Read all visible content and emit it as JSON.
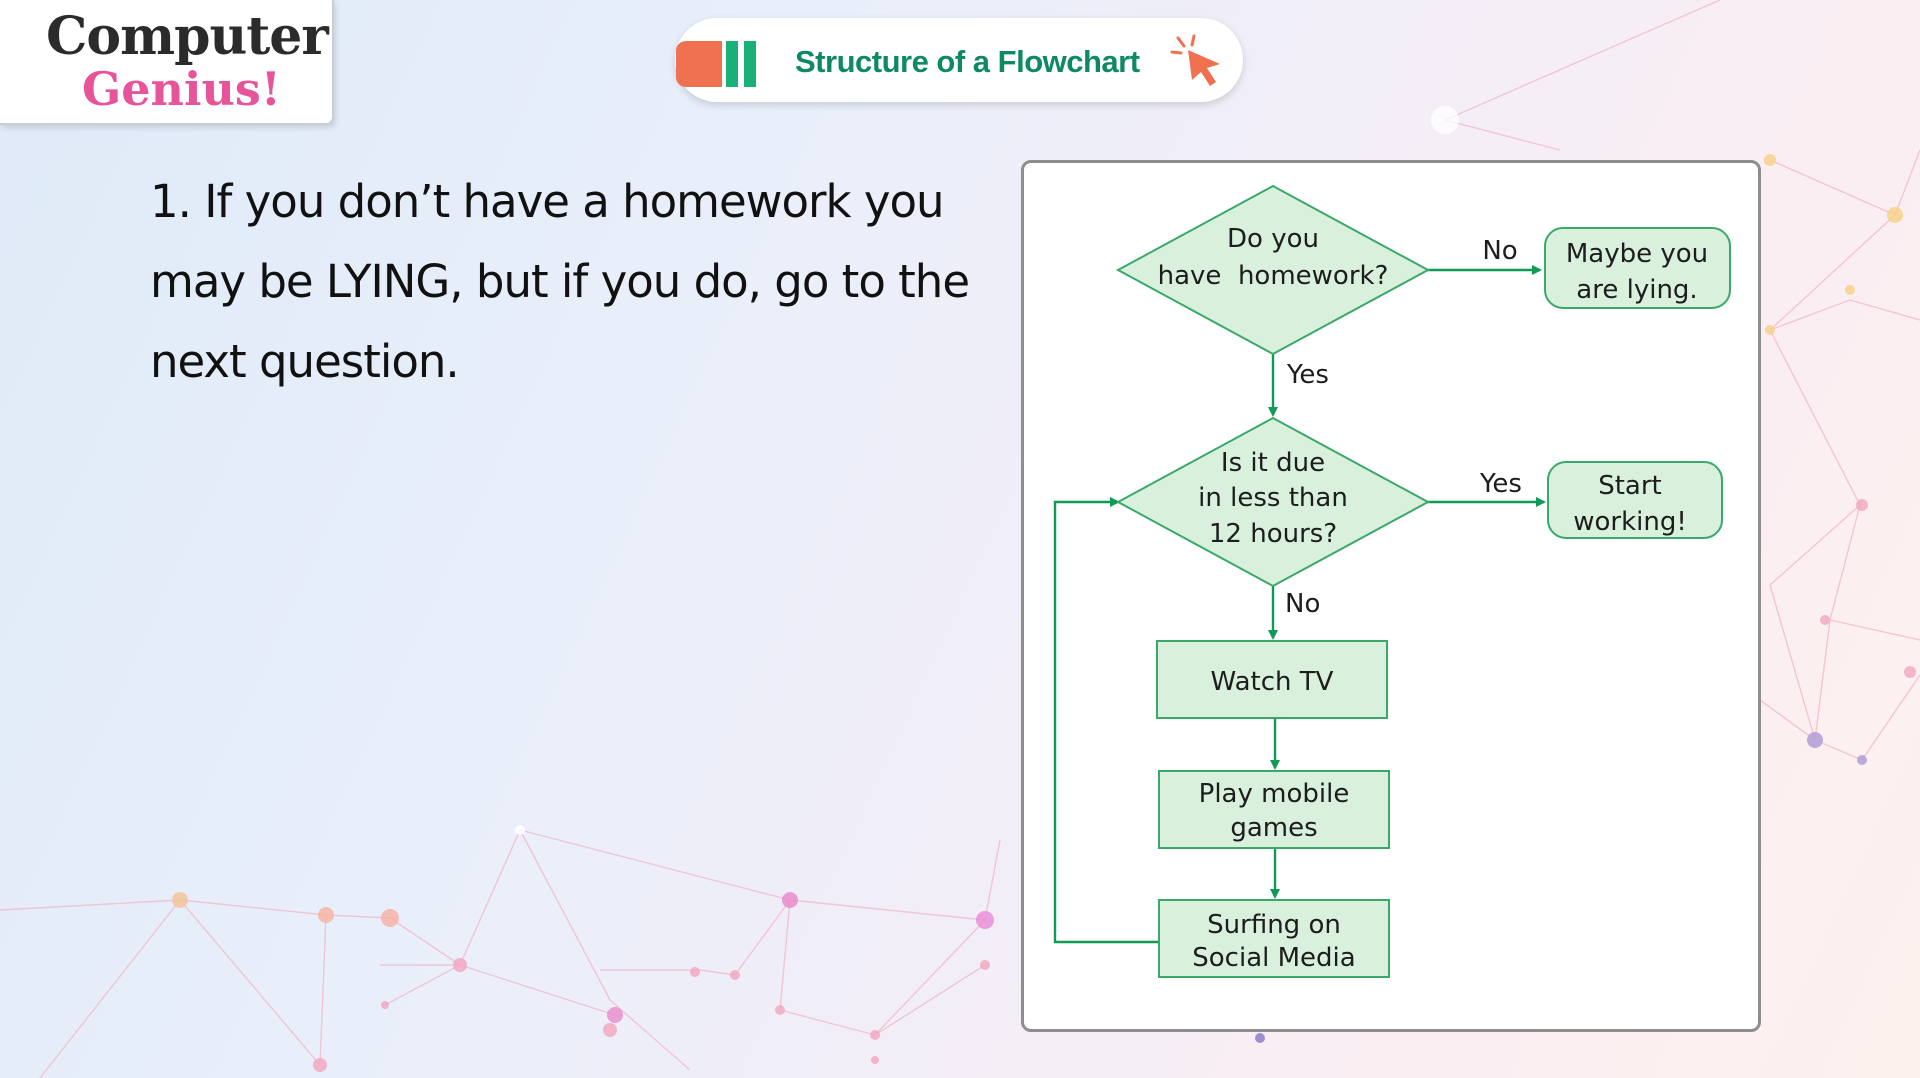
{
  "logo": {
    "line1": "Computer",
    "line2": "Genius!"
  },
  "header": {
    "title": "Structure of a Flowchart"
  },
  "instruction": {
    "text": "1. If you don’t have a homework you may be LYING, but if you do, go to the next question."
  },
  "flowchart": {
    "q1": {
      "line1": "Do you",
      "line2": "have  homework?"
    },
    "q1_no_label": "No",
    "q1_yes_label": "Yes",
    "lying": {
      "line1": "Maybe you",
      "line2": "are lying."
    },
    "q2": {
      "line1": "Is it due",
      "line2": "in less than",
      "line3": "12 hours?"
    },
    "q2_yes_label": "Yes",
    "q2_no_label": "No",
    "start": {
      "line1": "Start",
      "line2": "working!"
    },
    "watch_tv": "Watch TV",
    "play": {
      "line1": "Play mobile",
      "line2": "games"
    },
    "surf": {
      "line1": "Surfing on",
      "line2": "Social Media"
    }
  },
  "colors": {
    "shape_fill": "#d8f0dc",
    "shape_stroke": "#3aa868",
    "arrow": "#119a55",
    "title_green": "#0d8a63",
    "logo_pink": "#e8549a"
  }
}
